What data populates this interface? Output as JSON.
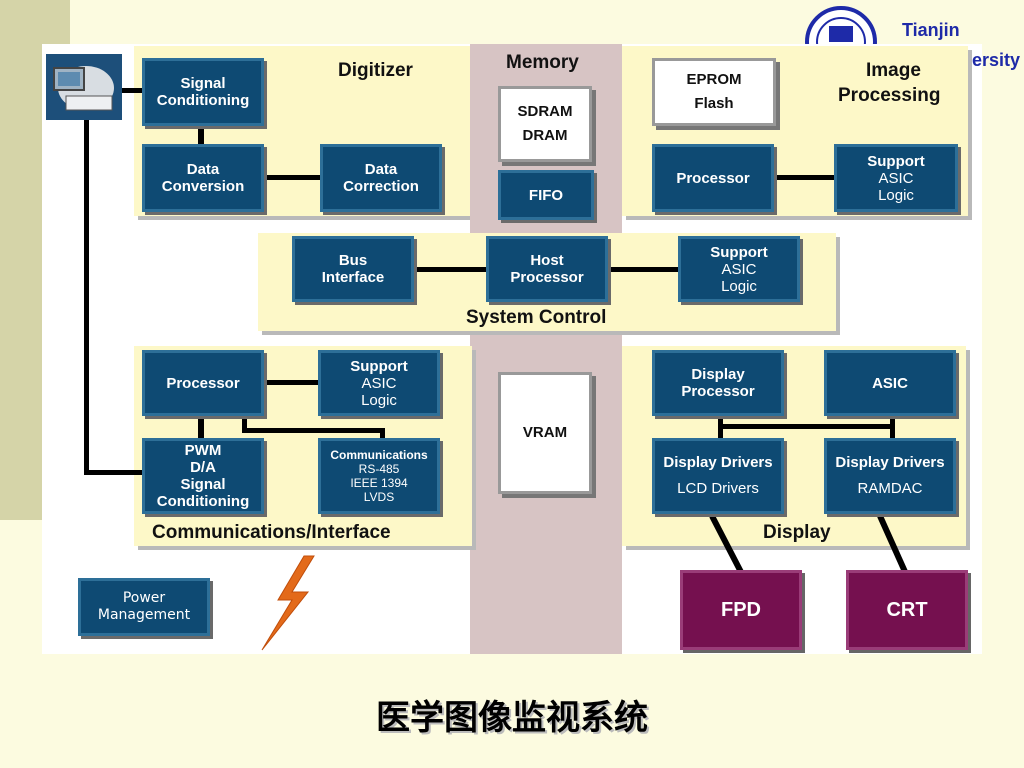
{
  "header": {
    "university_line1": "Tianjin",
    "university_line2": "University",
    "logo_icon": "university-seal-icon"
  },
  "panels": {
    "digitizer": "Digitizer",
    "memory": "Memory",
    "image_processing_1": "Image",
    "image_processing_2": "Processing",
    "system_control": "System Control",
    "communications": "Communications/Interface",
    "display": "Display"
  },
  "boxes": {
    "signal_conditioning": [
      "Signal",
      "Conditioning"
    ],
    "data_conversion": [
      "Data",
      "Conversion"
    ],
    "data_correction": [
      "Data",
      "Correction"
    ],
    "sdram": [
      "SDRAM",
      "DRAM"
    ],
    "fifo": "FIFO",
    "eprom": [
      "EPROM",
      "Flash"
    ],
    "img_processor": "Processor",
    "img_support": [
      "Support",
      "ASIC",
      "Logic"
    ],
    "bus_interface": [
      "Bus",
      "Interface"
    ],
    "host_processor": [
      "Host",
      "Processor"
    ],
    "sys_support": [
      "Support",
      "ASIC",
      "Logic"
    ],
    "comm_processor": "Processor",
    "comm_support": [
      "Support",
      "ASIC",
      "Logic"
    ],
    "pwm": [
      "PWM",
      "D/A",
      "Signal",
      "Conditioning"
    ],
    "communications": [
      "Communications",
      "RS-485",
      "IEEE 1394",
      "LVDS"
    ],
    "vram": "VRAM",
    "display_processor": [
      "Display",
      "Processor"
    ],
    "asic": "ASIC",
    "display_drivers_lcd": [
      "Display Drivers",
      "LCD Drivers"
    ],
    "display_drivers_ramdac": [
      "Display Drivers",
      "RAMDAC"
    ],
    "fpd": "FPD",
    "crt": "CRT",
    "power_management": [
      "Power",
      "Management"
    ]
  },
  "icons": {
    "scanner": "medical-scanner-icon",
    "lightning": "lightning-bolt-icon"
  },
  "caption": "医学图像监视系统",
  "colors": {
    "box_blue": "#0e4a73",
    "box_purple": "#75104f",
    "panel_yellow": "#fdf8c8",
    "memory_pink": "#d7c4c4",
    "title_blue": "#1e2aa8",
    "lightning_orange": "#e36a1a"
  }
}
